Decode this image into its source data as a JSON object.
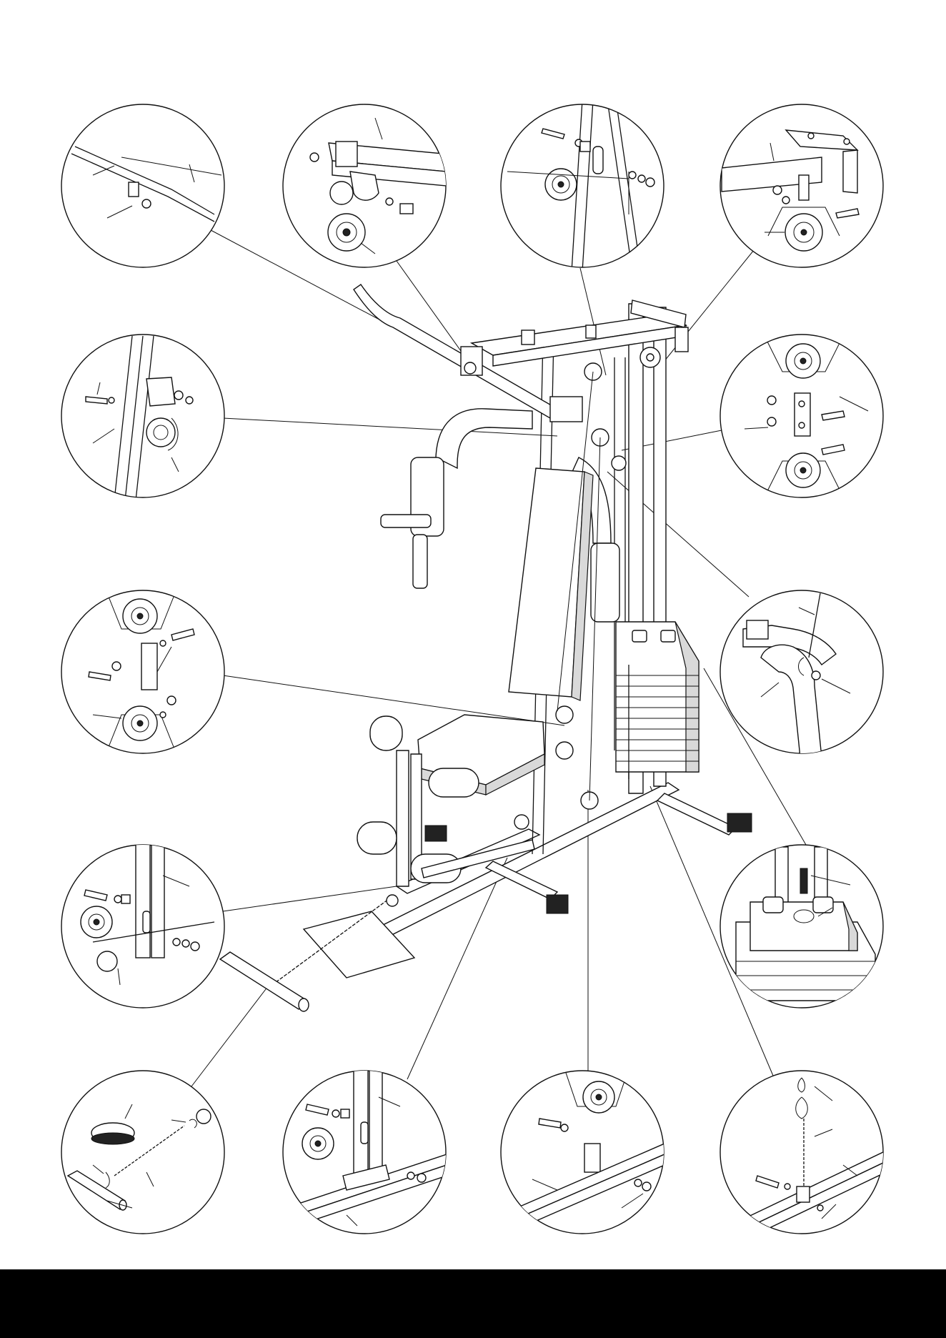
{
  "page": {
    "background": "#ffffff",
    "line_color": "#111111",
    "footer_color": "#000000"
  },
  "diagram": {
    "subject": "home-gym-assembly",
    "detail_views": [
      "top-left-press-arm-bar",
      "top-arm-pivot-pulley",
      "top-frame-upper-pulley",
      "top-right-frame-pulley",
      "left-upright-bracket-pulley",
      "right-double-pulley-bracket",
      "left-double-pulley-bracket",
      "right-arm-pad-knob",
      "left-low-pulley-ball-stop",
      "right-weight-stack-top",
      "bottom-handle-chain-clip",
      "bottom-seat-frame-pulley",
      "bottom-base-pulley-bracket",
      "bottom-right-chain-base"
    ]
  }
}
